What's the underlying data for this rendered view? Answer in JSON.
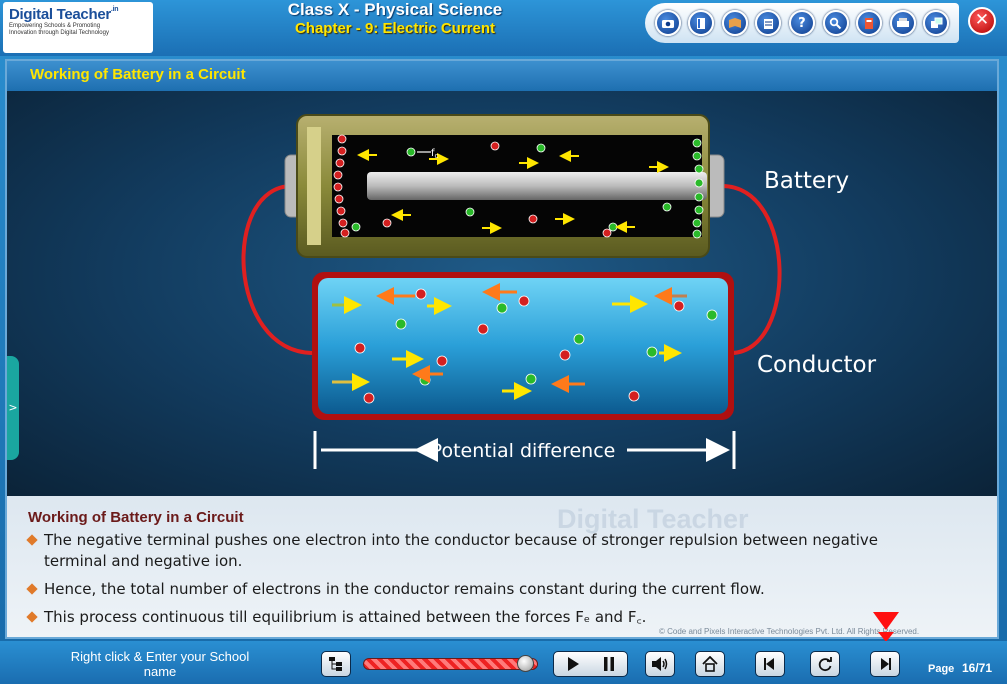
{
  "header": {
    "logo_brand": "Digital Teacher",
    "logo_sup": ".in",
    "logo_tagline1": "Empowering Schools & Promoting",
    "logo_tagline2": "Innovation through Digital Technology",
    "class_title": "Class X - Physical Science",
    "chapter_title": "Chapter - 9: Electric Current",
    "toolbar_icons": [
      "camera-icon",
      "book-icon",
      "notebook-icon",
      "edit-icon",
      "help-icon",
      "search-icon",
      "glossary-icon",
      "print-icon",
      "window-icon"
    ],
    "help_label": "?",
    "close_label": "✕"
  },
  "slide": {
    "title": "Working of Battery in a Circuit",
    "diagram": {
      "battery_label": "Battery",
      "conductor_label": "Conductor",
      "potential_label": "Potential difference",
      "force_label": "f",
      "force_sub": "c"
    },
    "side_tab_label": ">"
  },
  "panel": {
    "watermark": "Digital Teacher",
    "title": "Working of Battery in a Circuit",
    "bullets": [
      "The negative terminal pushes one electron into the conductor because of stronger repulsion between negative terminal and negative ion.",
      "Hence, the total number of electrons in the conductor remains constant during the current flow.",
      "This process continuous till equilibrium is attained between the forces Fₑ and F꜀."
    ],
    "copyright": "© Code and Pixels Interactive Technologies  Pvt. Ltd. All Rights Reserved."
  },
  "footer": {
    "school_prompt": "Right click & Enter your School name",
    "page_label": "Page",
    "page_number": "16/71",
    "progress_fraction": 0.93
  }
}
